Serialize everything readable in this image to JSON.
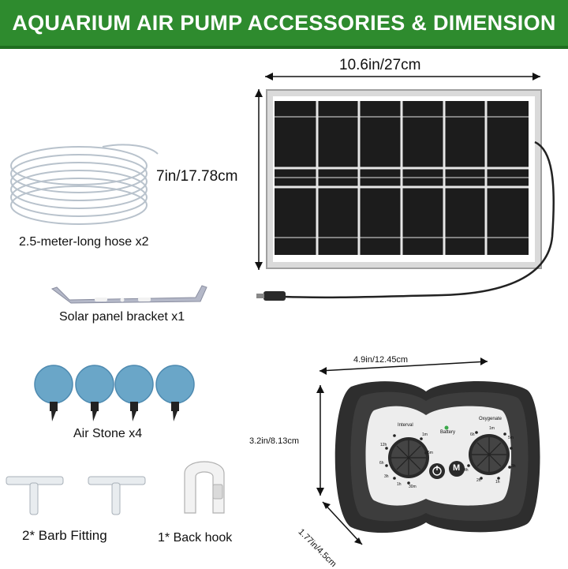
{
  "header": {
    "title": "AQUARIUM AIR PUMP ACCESSORIES & DIMENSION"
  },
  "solar_panel": {
    "width_label": "10.6in/27cm",
    "height_label": "7in/17.78cm"
  },
  "hose": {
    "label": "2.5-meter-long hose x2"
  },
  "bracket": {
    "label": "Solar panel bracket x1"
  },
  "air_stone": {
    "label": "Air Stone x4",
    "count": 4
  },
  "barb_fitting": {
    "label": "2* Barb Fitting"
  },
  "back_hook": {
    "label": "1* Back hook"
  },
  "pump": {
    "width_label": "4.9in/12.45cm",
    "height_label": "3.2in/8.13cm",
    "depth_label": "1.77in/4.5cm",
    "left_dial_title": "Interval",
    "indicator_label": "Battery",
    "right_dial_title": "Oxygenate",
    "left_dial_marks": [
      "12h",
      "6h",
      "3h",
      "1h",
      "30m",
      "5m",
      "1m"
    ],
    "right_dial_marks": [
      "1m",
      "5m",
      "3h",
      "1h",
      "2h",
      "4h",
      "6h"
    ],
    "power_button_icon": "power-icon",
    "mode_button_label": "M"
  },
  "colors": {
    "header_bg": "#2e8b2e",
    "panel_frame": "#c8c8c8",
    "cell": "#1a1a1a",
    "stone": "#6aa6c8",
    "pump_body": "#3a3a3a"
  }
}
